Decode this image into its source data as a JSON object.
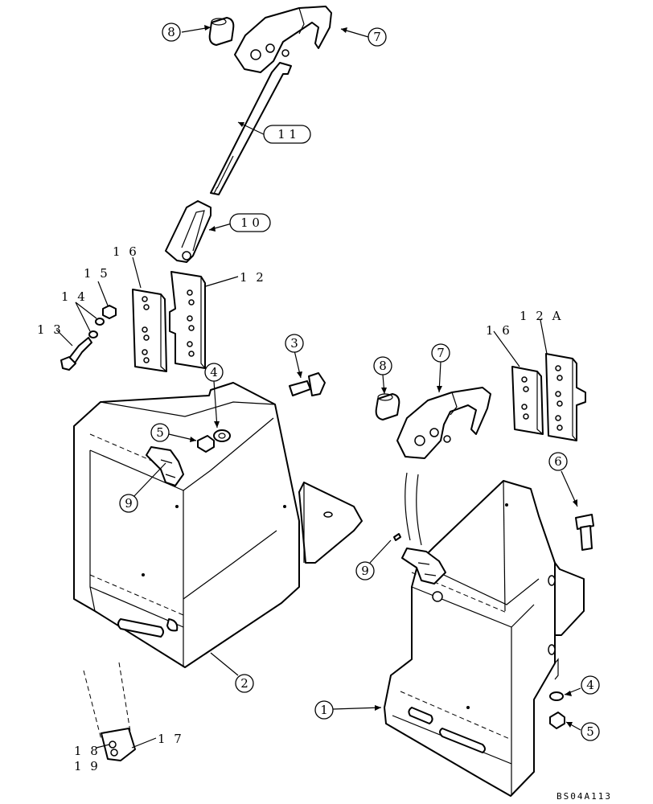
{
  "callouts": [
    {
      "id": "c8-top",
      "label": "8"
    },
    {
      "id": "c7-top",
      "label": "7"
    },
    {
      "id": "c11",
      "label": "1 1"
    },
    {
      "id": "c10",
      "label": "1 0"
    },
    {
      "id": "c3",
      "label": "3"
    },
    {
      "id": "c4-left",
      "label": "4"
    },
    {
      "id": "c5-left",
      "label": "5"
    },
    {
      "id": "c9-left",
      "label": "9"
    },
    {
      "id": "c2",
      "label": "2"
    },
    {
      "id": "c8-right",
      "label": "8"
    },
    {
      "id": "c7-right",
      "label": "7"
    },
    {
      "id": "c6",
      "label": "6"
    },
    {
      "id": "c9-right",
      "label": "9"
    },
    {
      "id": "c1",
      "label": "1"
    },
    {
      "id": "c4-right",
      "label": "4"
    },
    {
      "id": "c5-right",
      "label": "5"
    }
  ],
  "labels": [
    {
      "id": "l16-left",
      "label": "1 6"
    },
    {
      "id": "l12",
      "label": "1 2"
    },
    {
      "id": "l15",
      "label": "1 5"
    },
    {
      "id": "l14",
      "label": "1 4"
    },
    {
      "id": "l13",
      "label": "1 3"
    },
    {
      "id": "l12a",
      "label": "1 2 A"
    },
    {
      "id": "l16-right",
      "label": "1 6"
    },
    {
      "id": "l17",
      "label": "1 7"
    },
    {
      "id": "l18",
      "label": "1 8"
    },
    {
      "id": "l19",
      "label": "1 9"
    }
  ],
  "drawing_code": "BS04A113"
}
